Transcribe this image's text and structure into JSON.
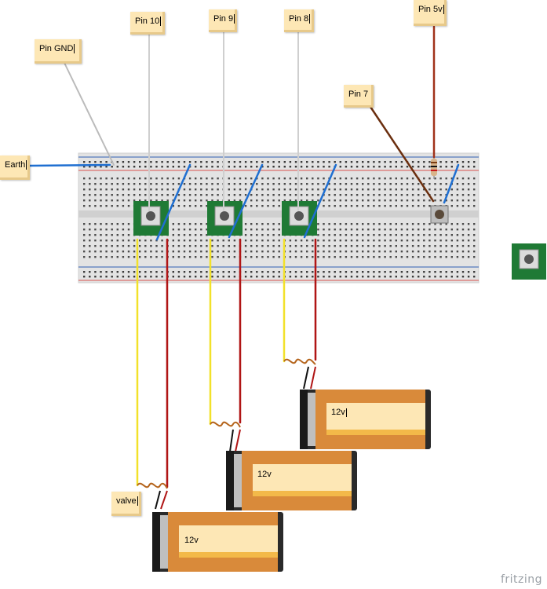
{
  "labels": {
    "pin10": "Pin 10",
    "pin9": "Pin 9",
    "pin8": "Pin 8",
    "pin5v": "Pin 5v",
    "pingnd": "Pin GND",
    "pin7": "Pin 7",
    "earth": "Earth",
    "valve": "valve"
  },
  "batteries": [
    {
      "label": "12v"
    },
    {
      "label": "12v"
    },
    {
      "label": "12v"
    }
  ],
  "brand": "fritzing",
  "colors": {
    "breadboard": "#e6e6e6",
    "rail_red": "#d9534f",
    "rail_blue": "#2f5fb3",
    "module_green": "#1f7a35",
    "wire_blue": "#1f6fd1",
    "wire_yellow": "#f2e12a",
    "wire_red": "#b01515",
    "wire_brown": "#6b2f0f",
    "note_fill": "#fde7b5",
    "battery_orange": "#d98a3a",
    "battery_dark": "#2a2a2a"
  }
}
